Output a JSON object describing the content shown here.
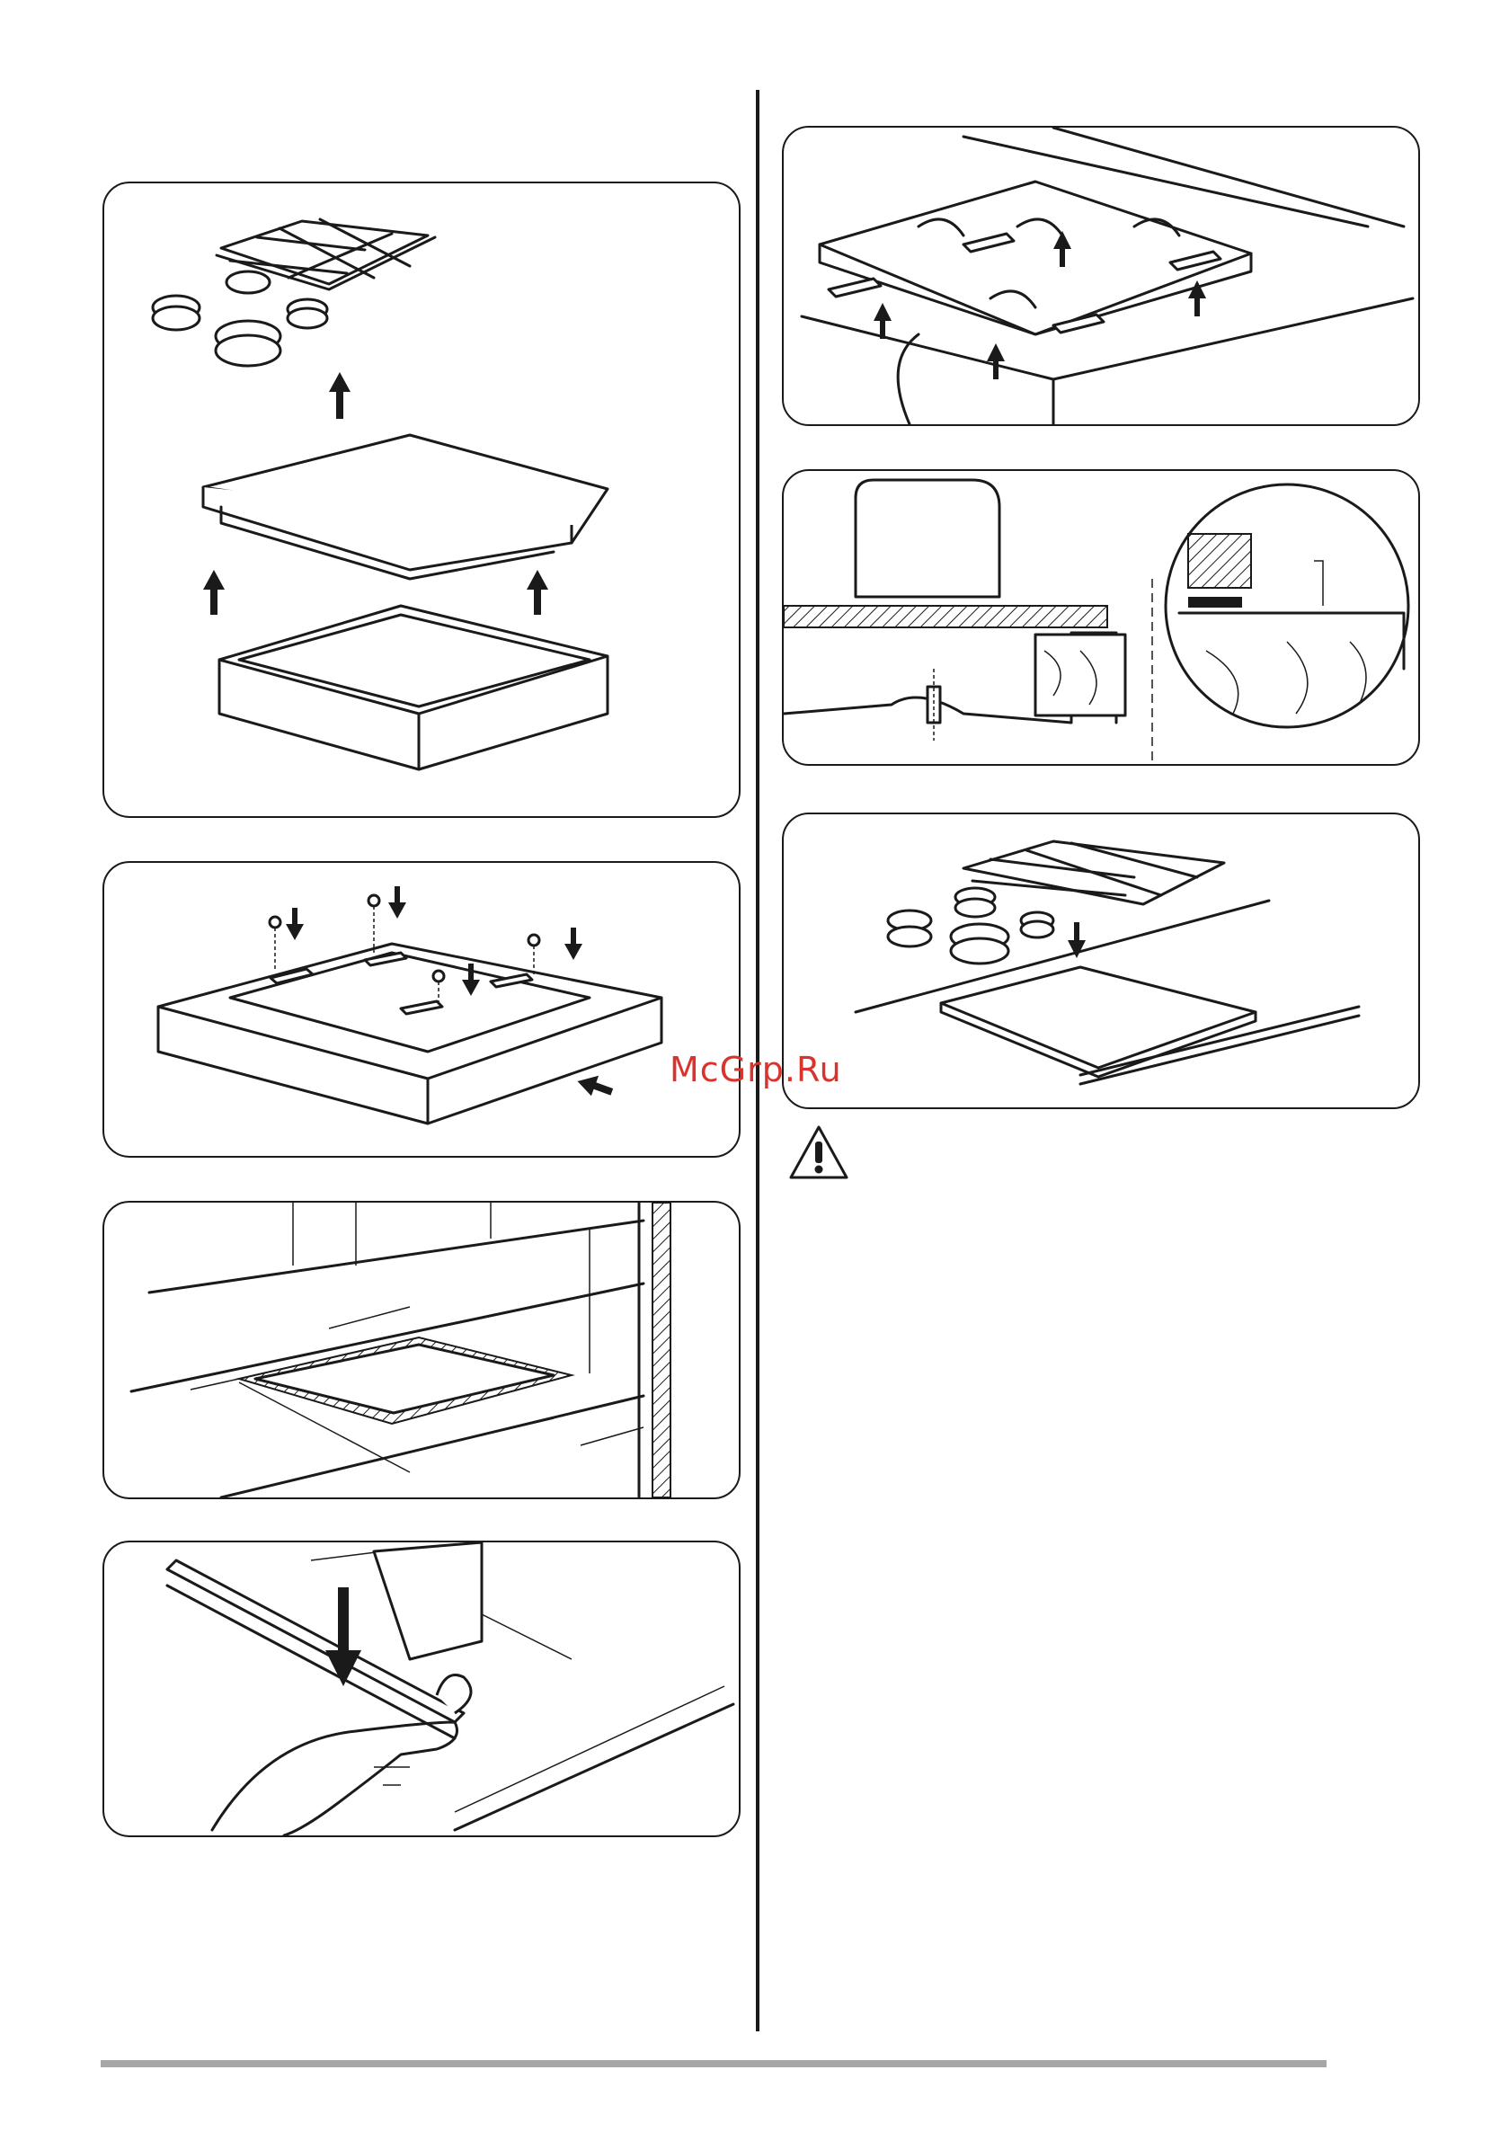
{
  "watermark": {
    "text": "McGrp.Ru",
    "color": "#d8332d"
  },
  "icons": {
    "warning": "warning-triangle-icon"
  },
  "figures": [
    "hob-disassembly-figure",
    "hob-bracket-screws-figure",
    "cutout-dimensions-figure",
    "sealing-strip-figure",
    "hob-underside-brackets-figure",
    "hob-mounting-section-figure",
    "hob-reassembly-figure"
  ],
  "colors": {
    "line": "#1a1a1a",
    "footer_rule": "#a6a6a6",
    "background": "#ffffff"
  }
}
